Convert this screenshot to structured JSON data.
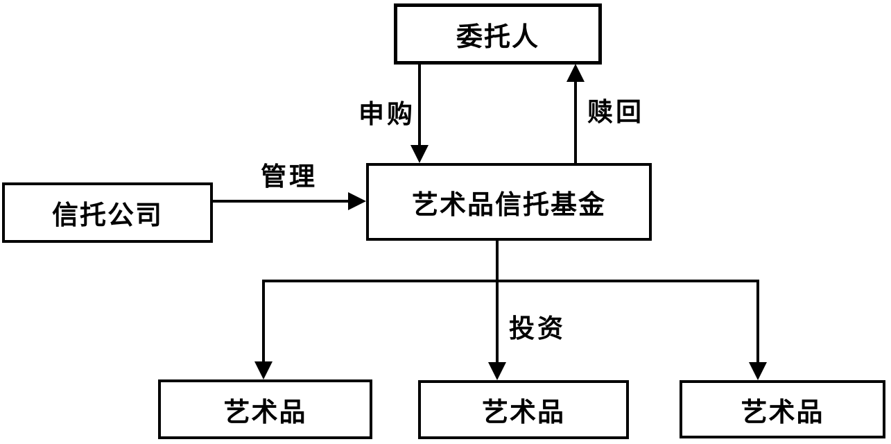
{
  "diagram": {
    "background_color": "#ffffff",
    "line_color": "#000000",
    "nodes": {
      "principal": {
        "label": "委托人"
      },
      "trust_company": {
        "label": "信托公司"
      },
      "fund": {
        "label": "艺术品信托基金"
      },
      "artwork_1": {
        "label": "艺术品"
      },
      "artwork_2": {
        "label": "艺术品"
      },
      "artwork_3": {
        "label": "艺术品"
      }
    },
    "edges": {
      "subscribe": {
        "label": "申购",
        "from": "principal",
        "to": "fund"
      },
      "redeem": {
        "label": "赎回",
        "from": "fund",
        "to": "principal"
      },
      "manage": {
        "label": "管理",
        "from": "trust_company",
        "to": "fund"
      },
      "invest": {
        "label": "投资",
        "from": "fund",
        "to": [
          "artwork_1",
          "artwork_2",
          "artwork_3"
        ]
      }
    }
  }
}
